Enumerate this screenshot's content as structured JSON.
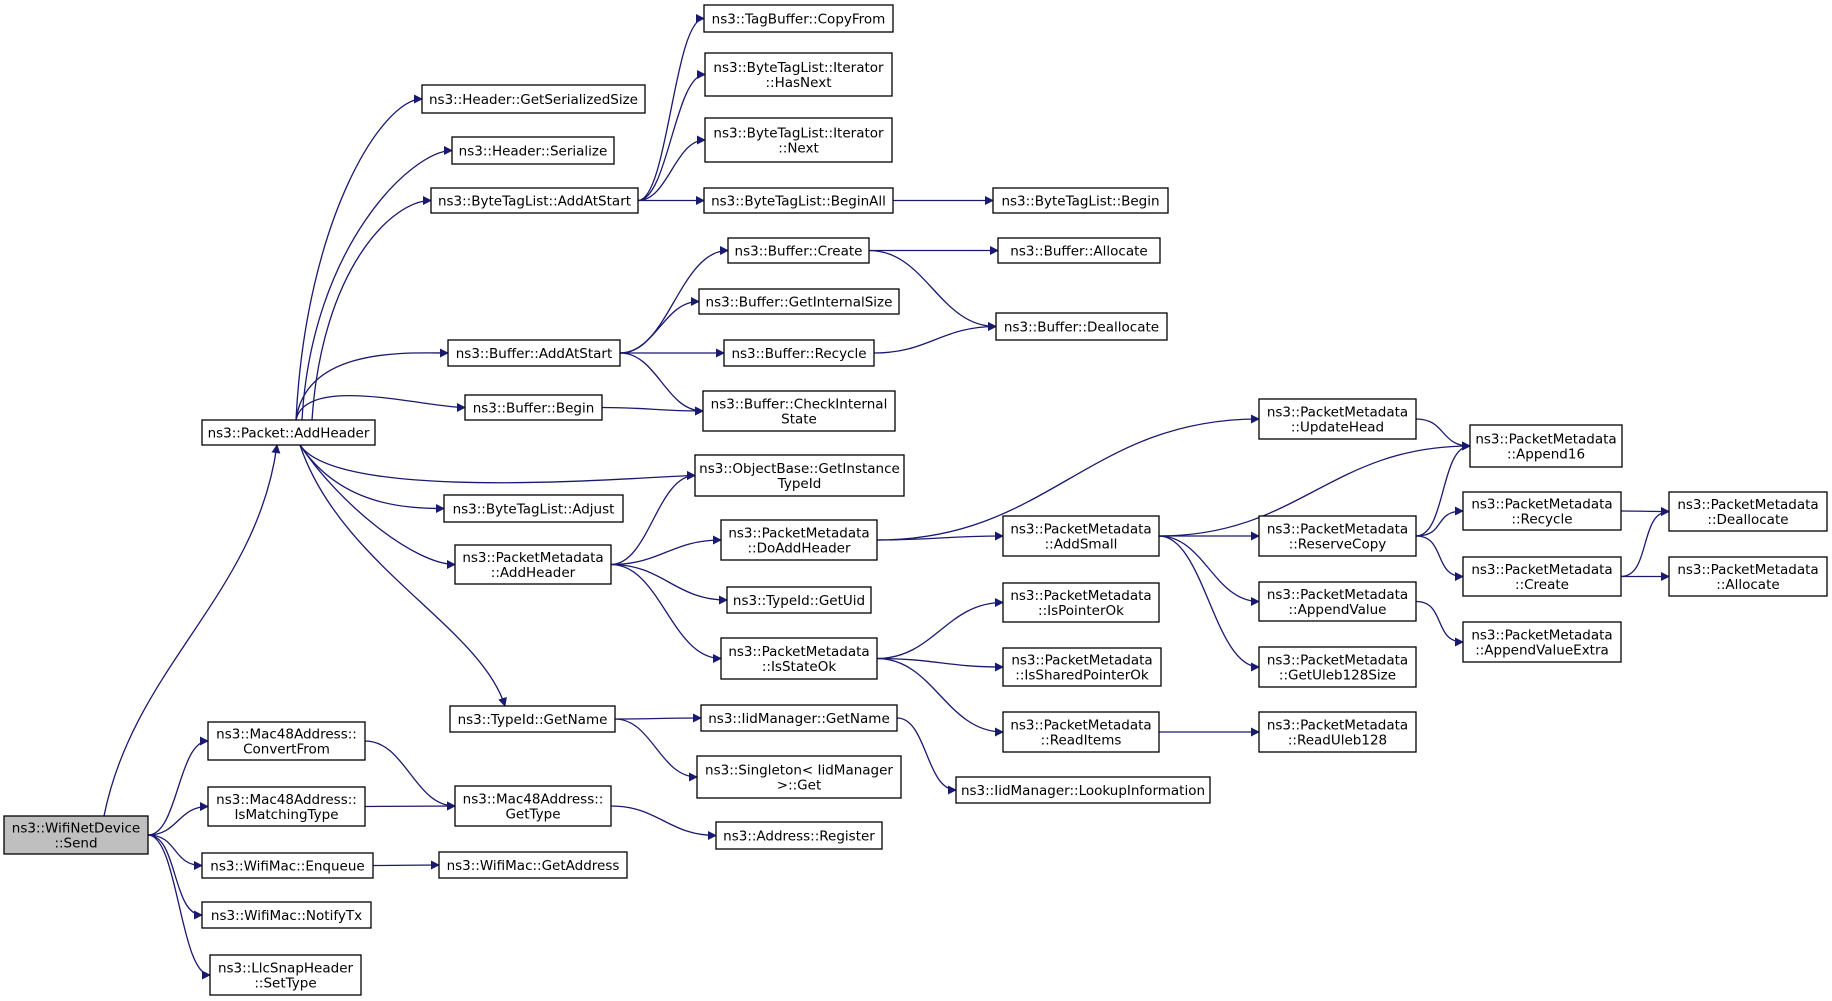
{
  "graph": {
    "title": "",
    "nodes": [
      {
        "id": "wifi_send",
        "lines": [
          "ns3::WifiNetDevice",
          "::Send"
        ],
        "root": true
      },
      {
        "id": "packet_addheader",
        "lines": [
          "ns3::Packet::AddHeader"
        ]
      },
      {
        "id": "mac48_convertfrom",
        "lines": [
          "ns3::Mac48Address::",
          "ConvertFrom"
        ]
      },
      {
        "id": "mac48_ismatchingtype",
        "lines": [
          "ns3::Mac48Address::",
          "IsMatchingType"
        ]
      },
      {
        "id": "wifimac_enqueue",
        "lines": [
          "ns3::WifiMac::Enqueue"
        ]
      },
      {
        "id": "wifimac_notifytx",
        "lines": [
          "ns3::WifiMac::NotifyTx"
        ]
      },
      {
        "id": "llcsnap_settype",
        "lines": [
          "ns3::LlcSnapHeader",
          "::SetType"
        ]
      },
      {
        "id": "header_getserializedsize",
        "lines": [
          "ns3::Header::GetSerializedSize"
        ]
      },
      {
        "id": "header_serialize",
        "lines": [
          "ns3::Header::Serialize"
        ]
      },
      {
        "id": "bytetaglist_addatstart",
        "lines": [
          "ns3::ByteTagList::AddAtStart"
        ]
      },
      {
        "id": "buffer_addatstart",
        "lines": [
          "ns3::Buffer::AddAtStart"
        ]
      },
      {
        "id": "buffer_begin",
        "lines": [
          "ns3::Buffer::Begin"
        ]
      },
      {
        "id": "bytetaglist_adjust",
        "lines": [
          "ns3::ByteTagList::Adjust"
        ]
      },
      {
        "id": "pm_addheader",
        "lines": [
          "ns3::PacketMetadata",
          "::AddHeader"
        ]
      },
      {
        "id": "typeid_getname",
        "lines": [
          "ns3::TypeId::GetName"
        ]
      },
      {
        "id": "mac48_gettype",
        "lines": [
          "ns3::Mac48Address::",
          "GetType"
        ]
      },
      {
        "id": "wifimac_getaddress",
        "lines": [
          "ns3::WifiMac::GetAddress"
        ]
      },
      {
        "id": "tagbuffer_copyfrom",
        "lines": [
          "ns3::TagBuffer::CopyFrom"
        ]
      },
      {
        "id": "btl_iter_hasnext",
        "lines": [
          "ns3::ByteTagList::Iterator",
          "::HasNext"
        ]
      },
      {
        "id": "btl_iter_next",
        "lines": [
          "ns3::ByteTagList::Iterator",
          "::Next"
        ]
      },
      {
        "id": "btl_beginall",
        "lines": [
          "ns3::ByteTagList::BeginAll"
        ]
      },
      {
        "id": "buffer_create",
        "lines": [
          "ns3::Buffer::Create"
        ]
      },
      {
        "id": "buffer_getinternalsize",
        "lines": [
          "ns3::Buffer::GetInternalSize"
        ]
      },
      {
        "id": "buffer_recycle",
        "lines": [
          "ns3::Buffer::Recycle"
        ]
      },
      {
        "id": "buffer_checkinternalstate",
        "lines": [
          "ns3::Buffer::CheckInternal",
          "State"
        ]
      },
      {
        "id": "objectbase_getinstancetypeid",
        "lines": [
          "ns3::ObjectBase::GetInstance",
          "TypeId"
        ]
      },
      {
        "id": "pm_doaddheader",
        "lines": [
          "ns3::PacketMetadata",
          "::DoAddHeader"
        ]
      },
      {
        "id": "typeid_getuid",
        "lines": [
          "ns3::TypeId::GetUid"
        ]
      },
      {
        "id": "pm_isstateok",
        "lines": [
          "ns3::PacketMetadata",
          "::IsStateOk"
        ]
      },
      {
        "id": "iidmanager_getname",
        "lines": [
          "ns3::IidManager::GetName"
        ]
      },
      {
        "id": "singleton_get",
        "lines": [
          "ns3::Singleton< IidManager",
          " >::Get"
        ]
      },
      {
        "id": "address_register",
        "lines": [
          "ns3::Address::Register"
        ]
      },
      {
        "id": "btl_begin",
        "lines": [
          "ns3::ByteTagList::Begin"
        ]
      },
      {
        "id": "buffer_allocate",
        "lines": [
          "ns3::Buffer::Allocate"
        ]
      },
      {
        "id": "buffer_deallocate",
        "lines": [
          "ns3::Buffer::Deallocate"
        ]
      },
      {
        "id": "pm_updatehead",
        "lines": [
          "ns3::PacketMetadata",
          "::UpdateHead"
        ]
      },
      {
        "id": "pm_addsmall",
        "lines": [
          "ns3::PacketMetadata",
          "::AddSmall"
        ]
      },
      {
        "id": "pm_ispointerok",
        "lines": [
          "ns3::PacketMetadata",
          "::IsPointerOk"
        ]
      },
      {
        "id": "pm_issharedpointerok",
        "lines": [
          "ns3::PacketMetadata",
          "::IsSharedPointerOk"
        ]
      },
      {
        "id": "pm_readitems",
        "lines": [
          "ns3::PacketMetadata",
          "::ReadItems"
        ]
      },
      {
        "id": "iidmanager_lookupinformation",
        "lines": [
          "ns3::IidManager::LookupInformation"
        ]
      },
      {
        "id": "pm_append16",
        "lines": [
          "ns3::PacketMetadata",
          "::Append16"
        ]
      },
      {
        "id": "pm_reservecopy",
        "lines": [
          "ns3::PacketMetadata",
          "::ReserveCopy"
        ]
      },
      {
        "id": "pm_appendvalue",
        "lines": [
          "ns3::PacketMetadata",
          "::AppendValue"
        ]
      },
      {
        "id": "pm_getuleb128size",
        "lines": [
          "ns3::PacketMetadata",
          "::GetUleb128Size"
        ]
      },
      {
        "id": "pm_readuleb128",
        "lines": [
          "ns3::PacketMetadata",
          "::ReadUleb128"
        ]
      },
      {
        "id": "pm_recycle",
        "lines": [
          "ns3::PacketMetadata",
          "::Recycle"
        ]
      },
      {
        "id": "pm_create",
        "lines": [
          "ns3::PacketMetadata",
          "::Create"
        ]
      },
      {
        "id": "pm_appendvalueextra",
        "lines": [
          "ns3::PacketMetadata",
          "::AppendValueExtra"
        ]
      },
      {
        "id": "pm_deallocate",
        "lines": [
          "ns3::PacketMetadata",
          "::Deallocate"
        ]
      },
      {
        "id": "pm_allocate",
        "lines": [
          "ns3::PacketMetadata",
          "::Allocate"
        ]
      }
    ],
    "edges": [
      [
        "wifi_send",
        "packet_addheader"
      ],
      [
        "wifi_send",
        "mac48_convertfrom"
      ],
      [
        "wifi_send",
        "mac48_ismatchingtype"
      ],
      [
        "wifi_send",
        "wifimac_enqueue"
      ],
      [
        "wifi_send",
        "wifimac_notifytx"
      ],
      [
        "wifi_send",
        "llcsnap_settype"
      ],
      [
        "packet_addheader",
        "header_getserializedsize"
      ],
      [
        "packet_addheader",
        "header_serialize"
      ],
      [
        "packet_addheader",
        "bytetaglist_addatstart"
      ],
      [
        "packet_addheader",
        "buffer_addatstart"
      ],
      [
        "packet_addheader",
        "buffer_begin"
      ],
      [
        "packet_addheader",
        "objectbase_getinstancetypeid"
      ],
      [
        "packet_addheader",
        "bytetaglist_adjust"
      ],
      [
        "packet_addheader",
        "pm_addheader"
      ],
      [
        "packet_addheader",
        "typeid_getname"
      ],
      [
        "bytetaglist_addatstart",
        "tagbuffer_copyfrom"
      ],
      [
        "bytetaglist_addatstart",
        "btl_iter_hasnext"
      ],
      [
        "bytetaglist_addatstart",
        "btl_iter_next"
      ],
      [
        "bytetaglist_addatstart",
        "btl_beginall"
      ],
      [
        "btl_beginall",
        "btl_begin"
      ],
      [
        "buffer_addatstart",
        "buffer_create"
      ],
      [
        "buffer_addatstart",
        "buffer_getinternalsize"
      ],
      [
        "buffer_addatstart",
        "buffer_recycle"
      ],
      [
        "buffer_addatstart",
        "buffer_checkinternalstate"
      ],
      [
        "buffer_begin",
        "buffer_checkinternalstate"
      ],
      [
        "buffer_create",
        "buffer_allocate"
      ],
      [
        "buffer_create",
        "buffer_deallocate"
      ],
      [
        "buffer_recycle",
        "buffer_deallocate"
      ],
      [
        "pm_addheader",
        "objectbase_getinstancetypeid"
      ],
      [
        "pm_addheader",
        "pm_doaddheader"
      ],
      [
        "pm_addheader",
        "typeid_getuid"
      ],
      [
        "pm_addheader",
        "pm_isstateok"
      ],
      [
        "pm_doaddheader",
        "pm_updatehead"
      ],
      [
        "pm_doaddheader",
        "pm_addsmall"
      ],
      [
        "pm_updatehead",
        "pm_append16"
      ],
      [
        "pm_addsmall",
        "pm_append16"
      ],
      [
        "pm_addsmall",
        "pm_reservecopy"
      ],
      [
        "pm_addsmall",
        "pm_appendvalue"
      ],
      [
        "pm_addsmall",
        "pm_getuleb128size"
      ],
      [
        "pm_reservecopy",
        "pm_append16"
      ],
      [
        "pm_reservecopy",
        "pm_recycle"
      ],
      [
        "pm_reservecopy",
        "pm_create"
      ],
      [
        "pm_recycle",
        "pm_deallocate"
      ],
      [
        "pm_create",
        "pm_deallocate"
      ],
      [
        "pm_create",
        "pm_allocate"
      ],
      [
        "pm_appendvalue",
        "pm_appendvalueextra"
      ],
      [
        "pm_isstateok",
        "pm_ispointerok"
      ],
      [
        "pm_isstateok",
        "pm_issharedpointerok"
      ],
      [
        "pm_isstateok",
        "pm_readitems"
      ],
      [
        "pm_readitems",
        "pm_readuleb128"
      ],
      [
        "typeid_getname",
        "iidmanager_getname"
      ],
      [
        "typeid_getname",
        "singleton_get"
      ],
      [
        "iidmanager_getname",
        "iidmanager_lookupinformation"
      ],
      [
        "mac48_convertfrom",
        "mac48_gettype"
      ],
      [
        "mac48_ismatchingtype",
        "mac48_gettype"
      ],
      [
        "mac48_gettype",
        "address_register"
      ],
      [
        "wifimac_enqueue",
        "wifimac_getaddress"
      ]
    ]
  }
}
